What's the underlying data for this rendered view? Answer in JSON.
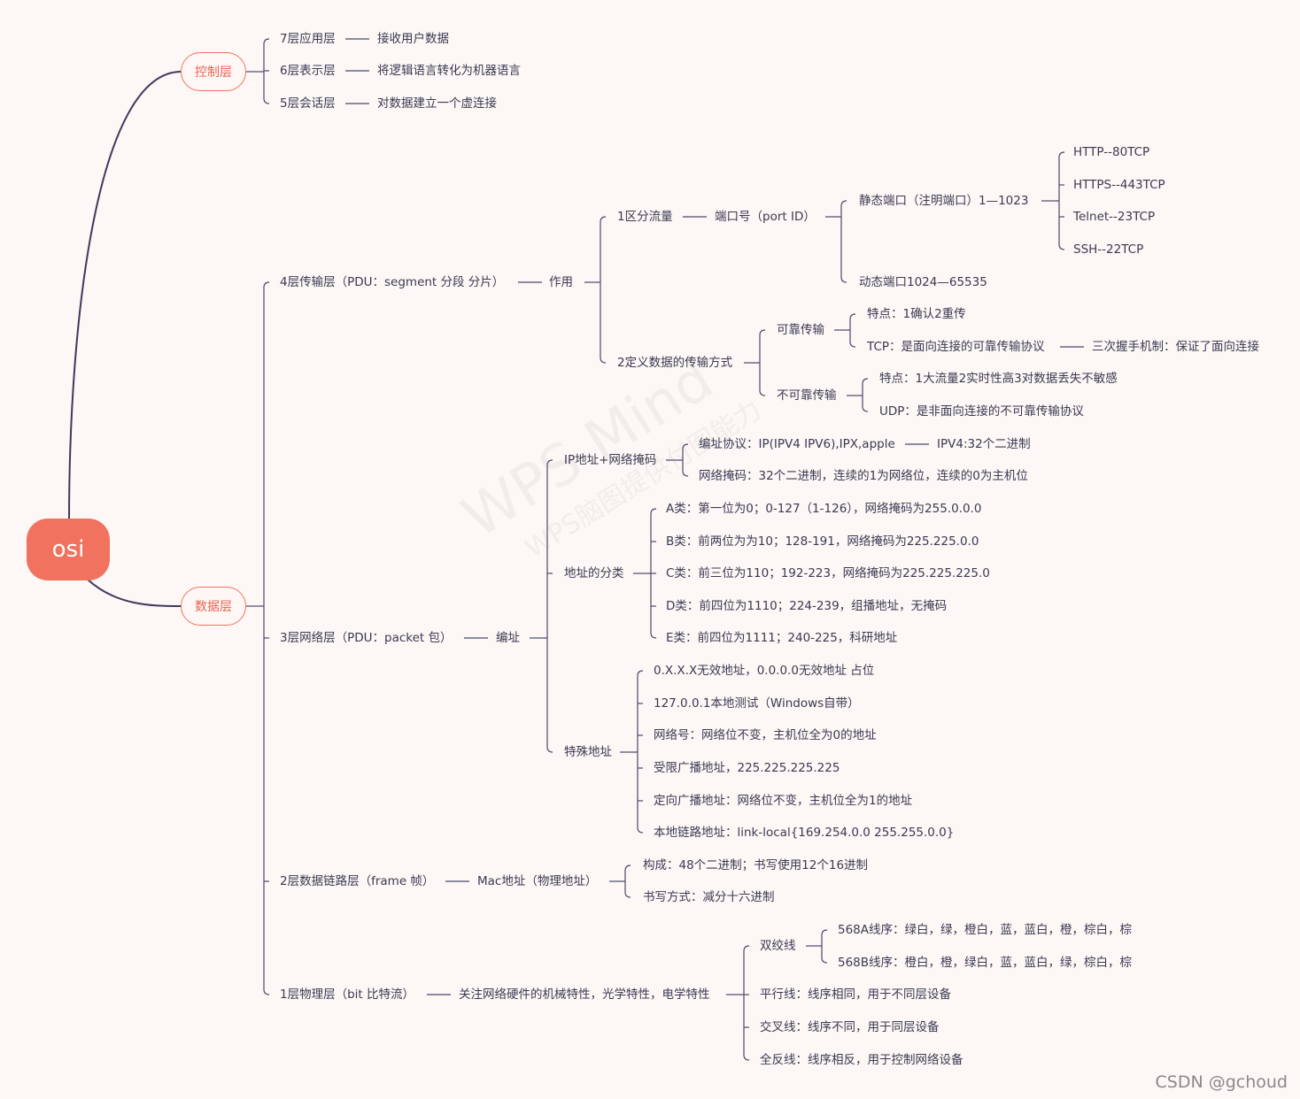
{
  "root": "osi",
  "categories": {
    "control": "控制层",
    "data": "数据层"
  },
  "control_layers": {
    "l7": {
      "name": "7层应用层",
      "desc": "接收用户数据"
    },
    "l6": {
      "name": "6层表示层",
      "desc": "将逻辑语言转化为机器语言"
    },
    "l5": {
      "name": "5层会话层",
      "desc": "对数据建立一个虚连接"
    }
  },
  "transport": {
    "name": "4层传输层（PDU：segment 分段 分片）",
    "role": "作用",
    "traffic": {
      "label": "1区分流量",
      "port": "端口号（port ID）",
      "static": "静态端口（注明端口）1—1023",
      "ports": [
        "HTTP--80TCP",
        "HTTPS--443TCP",
        "Telnet--23TCP",
        "SSH--22TCP"
      ],
      "dynamic": "动态端口1024—65535"
    },
    "mode": {
      "label": "2定义数据的传输方式",
      "reliable": "可靠传输",
      "reliable_feature": "特点：1确认2重传",
      "tcp": "TCP：是面向连接的可靠传输协议",
      "handshake": "三次握手机制：保证了面向连接",
      "unreliable": "不可靠传输",
      "unreliable_feature": "特点：1大流量2实时性高3对数据丢失不敏感",
      "udp": "UDP：是非面向连接的不可靠传输协议"
    }
  },
  "network": {
    "name": "3层网络层（PDU：packet 包）",
    "addr": "编址",
    "ipmask": "IP地址+网络掩码",
    "protocol": "编址协议：IP(IPV4 IPV6),IPX,apple",
    "ipv4": "IPV4:32个二进制",
    "mask": "网络掩码：32个二进制，连续的1为网络位，连续的0为主机位",
    "classes_label": "地址的分类",
    "classes": [
      "A类：第一位为0；0-127（1-126），网络掩码为255.0.0.0",
      "B类：前两位为为10；128-191，网络掩码为225.225.0.0",
      "C类：前三位为110；192-223，网络掩码为225.225.225.0",
      "D类：前四位为1110；224-239，组播地址，无掩码",
      "E类：前四位为1111；240-225，科研地址"
    ],
    "special_label": "特殊地址",
    "special": [
      "0.X.X.X无效地址，0.0.0.0无效地址    占位",
      "127.0.0.1本地测试（Windows自带）",
      "网络号：网络位不变，主机位全为0的地址",
      "受限广播地址，225.225.225.225",
      "定向广播地址：网络位不变，主机位全为1的地址",
      "本地链路地址：link-local{169.254.0.0  255.255.0.0}"
    ]
  },
  "datalink": {
    "name": "2层数据链路层（frame 帧）",
    "mac": "Mac地址（物理地址）",
    "compose": "构成：48个二进制；书写使用12个16进制",
    "write": "书写方式：减分十六进制"
  },
  "physical": {
    "name": "1层物理层（bit 比特流）",
    "desc": "关注网络硬件的机械特性，光学特性，电学特性",
    "twisted": "双绞线",
    "a568": "568A线序：绿白，绿，橙白，蓝，蓝白，橙，棕白，棕",
    "b568": "568B线序：橙白，橙，绿白，蓝，蓝白，绿，棕白，棕",
    "parallel": "平行线：线序相同，用于不同层设备",
    "cross": "交叉线：线序不同，用于同层设备",
    "rollover": "全反线：线序相反，用于控制网络设备"
  },
  "watermark": {
    "line1": "WPS Mind",
    "line2": "WPS脑图提供付图能力"
  },
  "credit": "CSDN @gchoud"
}
